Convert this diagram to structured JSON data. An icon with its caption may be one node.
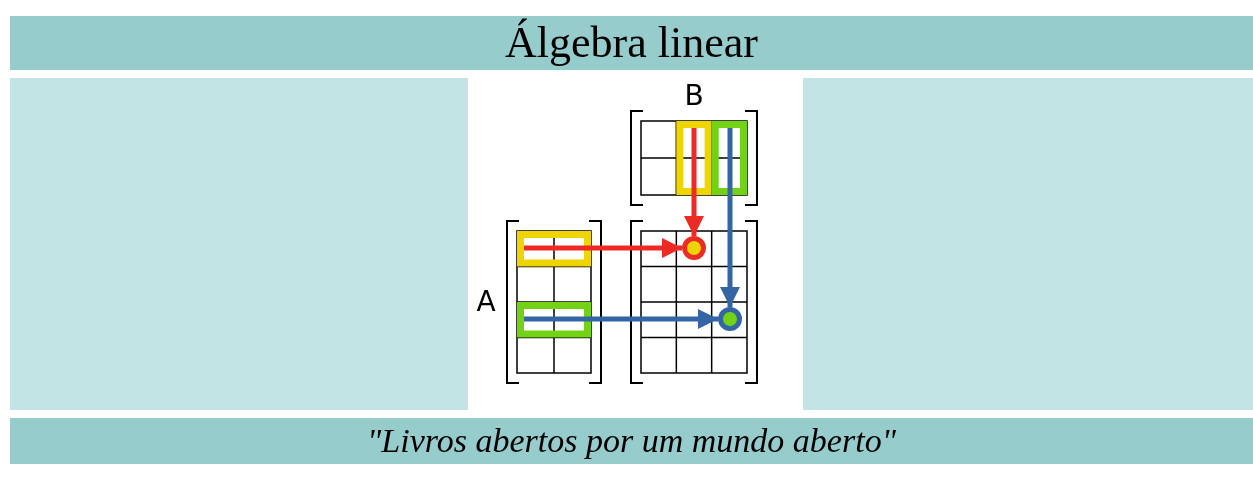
{
  "diagram": {
    "title": "Álgebra linear",
    "caption": "\"Livros abertos por um mundo aberto\"",
    "nodes": [
      {
        "text": [],
        "shape": "box"
      },
      {
        "text": [],
        "shape": "box"
      },
      {
        "text": [],
        "shape": "box"
      },
      {
        "text": [],
        "shape": "circle"
      },
      {
        "text": [],
        "shape": "box"
      },
      {
        "text": [],
        "shape": "circle"
      }
    ],
    "edges": [
      {
        "from": 2,
        "to": 3,
        "arrow": "to",
        "color": "#ee2a24"
      },
      {
        "from": 0,
        "to": 3,
        "arrow": "to",
        "color": "#ee2a24"
      },
      {
        "from": 1,
        "to": 5,
        "arrow": "to",
        "color": "#3465a4"
      },
      {
        "from": 4,
        "to": 5,
        "arrow": "to",
        "color": "#3465a4"
      }
    ],
    "labels": [
      "B",
      "A"
    ]
  }
}
